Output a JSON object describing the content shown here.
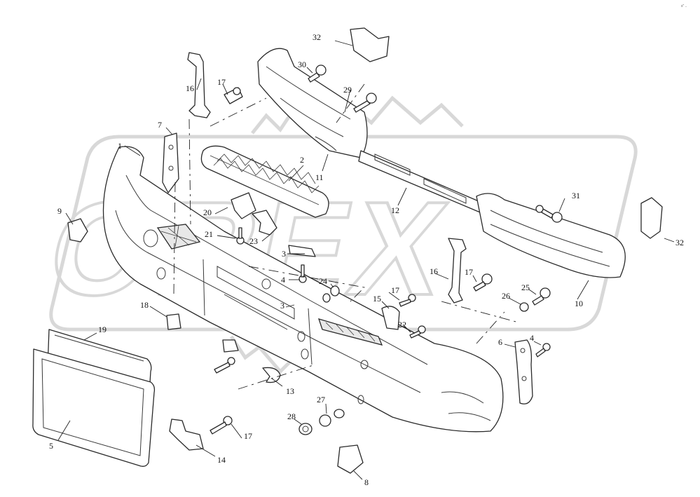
{
  "watermark": {
    "brand": "OREX"
  },
  "corner_mark": "s\" ..",
  "callouts": [
    {
      "label": "1"
    },
    {
      "label": "2"
    },
    {
      "label": "3"
    },
    {
      "label": "3"
    },
    {
      "label": "4"
    },
    {
      "label": "4"
    },
    {
      "label": "5"
    },
    {
      "label": "6"
    },
    {
      "label": "7"
    },
    {
      "label": "8"
    },
    {
      "label": "9"
    },
    {
      "label": "10"
    },
    {
      "label": "11"
    },
    {
      "label": "12"
    },
    {
      "label": "13"
    },
    {
      "label": "14"
    },
    {
      "label": "15"
    },
    {
      "label": "16"
    },
    {
      "label": "16"
    },
    {
      "label": "17"
    },
    {
      "label": "17"
    },
    {
      "label": "17"
    },
    {
      "label": "17"
    },
    {
      "label": "18"
    },
    {
      "label": "19"
    },
    {
      "label": "20"
    },
    {
      "label": "21"
    },
    {
      "label": "22"
    },
    {
      "label": "23"
    },
    {
      "label": "24"
    },
    {
      "label": "25"
    },
    {
      "label": "26"
    },
    {
      "label": "27"
    },
    {
      "label": "28"
    },
    {
      "label": "29"
    },
    {
      "label": "30"
    },
    {
      "label": "31"
    },
    {
      "label": "32"
    },
    {
      "label": "32"
    }
  ]
}
